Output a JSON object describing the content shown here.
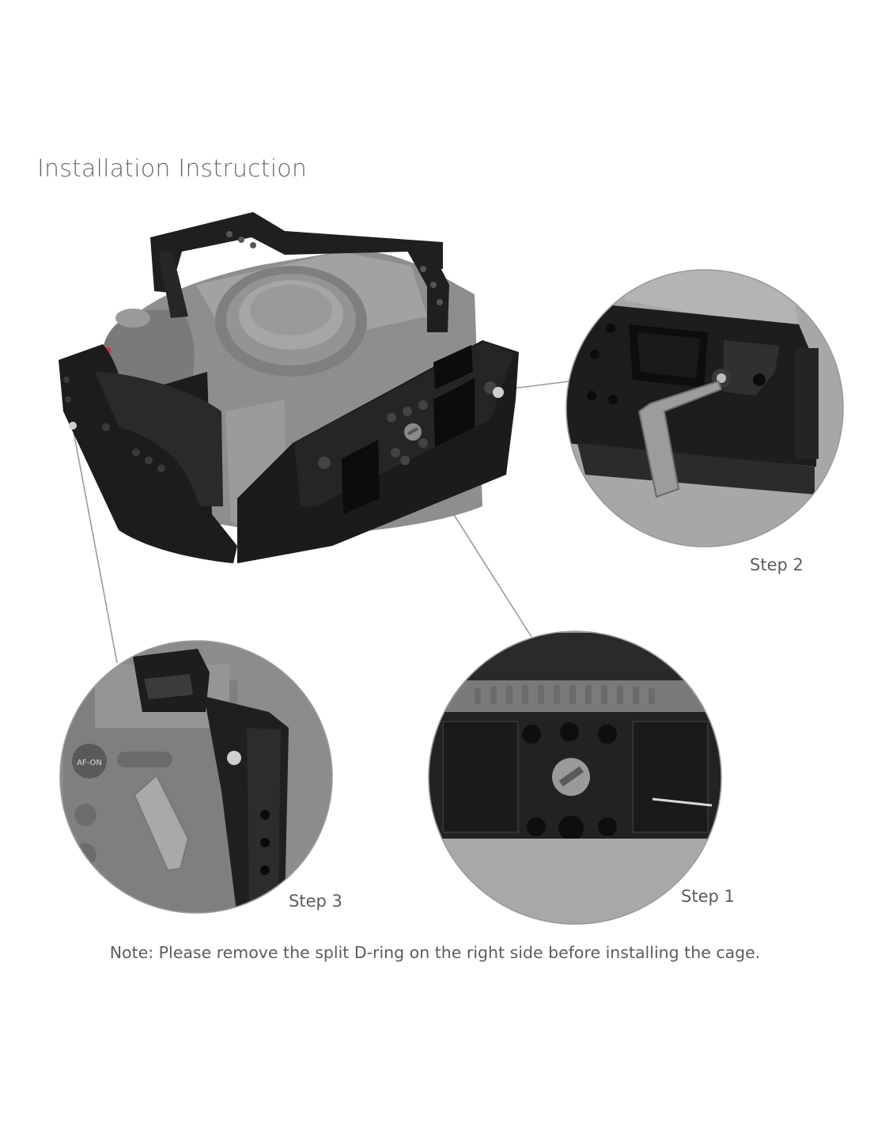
{
  "title": "Installation Instruction",
  "steps": {
    "step1": "Step 1",
    "step2": "Step 2",
    "step3": "Step 3"
  },
  "note": "Note: Please remove the split D-ring on the right side before installing the cage.",
  "colors": {
    "cage_black": "#1e1e1e",
    "camera_gray": "#8d8d8d",
    "leader_line": "#9a9a9a",
    "text": "#5c5c5c"
  }
}
